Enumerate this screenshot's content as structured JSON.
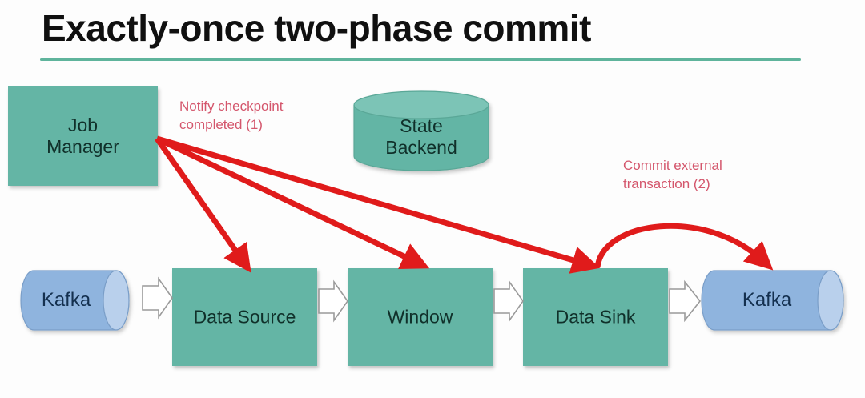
{
  "slide": {
    "title": "Exactly-once two-phase commit",
    "background_color": "#fdfdfd",
    "rule_color": "#5fb49c"
  },
  "palette": {
    "teal": "#64b5a5",
    "teal_top": "#7cc4b6",
    "kafka_blue": "#8fb4de",
    "kafka_blue_cap": "#b9d0ec",
    "arrow_red": "#e01b1b",
    "annotation_red": "#d4566c",
    "block_arrow_fill": "#ffffff",
    "block_arrow_stroke": "#9a9a9a",
    "node_text": "#10302a",
    "kafka_text": "#14304f"
  },
  "nodes": {
    "job_manager": {
      "label": "Job\nManager",
      "shape": "box",
      "color": "#64b5a5"
    },
    "state_backend": {
      "label": "State\nBackend",
      "shape": "cylinder",
      "color": "#64b5a5"
    },
    "kafka_source": {
      "label": "Kafka",
      "shape": "cylinder",
      "color": "#8fb4de"
    },
    "data_source": {
      "label": "Data Source",
      "shape": "box",
      "color": "#64b5a5"
    },
    "window": {
      "label": "Window",
      "shape": "box",
      "color": "#64b5a5"
    },
    "data_sink": {
      "label": "Data Sink",
      "shape": "box",
      "color": "#64b5a5"
    },
    "kafka_sink": {
      "label": "Kafka",
      "shape": "cylinder",
      "color": "#8fb4de"
    }
  },
  "annotations": {
    "notify": {
      "text": "Notify checkpoint\ncompleted (1)",
      "color": "#d4566c"
    },
    "commit": {
      "text": "Commit external\ntransaction (2)",
      "color": "#d4566c"
    }
  },
  "flow_arrows": [
    {
      "name": "kafka-source-to-data-source",
      "from": "kafka_source",
      "to": "data_source"
    },
    {
      "name": "data-source-to-window",
      "from": "data_source",
      "to": "window"
    },
    {
      "name": "window-to-data-sink",
      "from": "window",
      "to": "data_sink"
    },
    {
      "name": "data-sink-to-kafka-sink",
      "from": "data_sink",
      "to": "kafka_sink"
    }
  ],
  "red_arrows": [
    {
      "name": "notify-to-data-source",
      "from": "job_manager",
      "to": "data_source",
      "style": "straight"
    },
    {
      "name": "notify-to-window",
      "from": "job_manager",
      "to": "window",
      "style": "straight"
    },
    {
      "name": "notify-to-data-sink",
      "from": "job_manager",
      "to": "data_sink",
      "style": "straight"
    },
    {
      "name": "commit-data-sink-to-kafka",
      "from": "data_sink",
      "to": "kafka_sink",
      "style": "curved"
    }
  ]
}
